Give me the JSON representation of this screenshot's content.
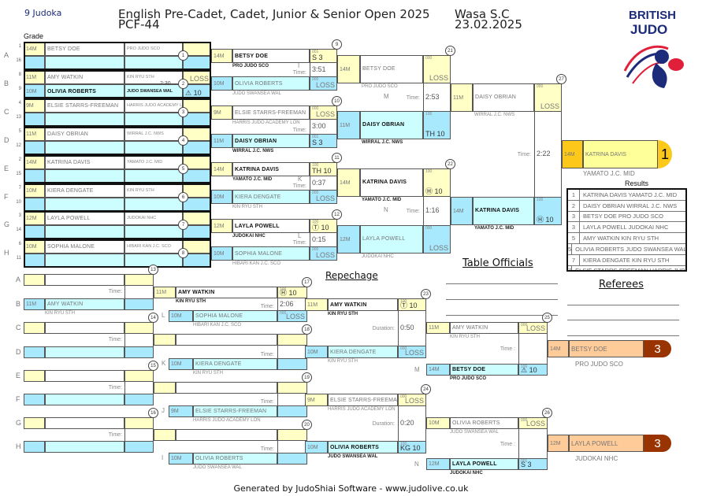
{
  "header": {
    "judoka_count": "9 Judoka",
    "title": "English Pre-Cadet, Cadet, Junior & Senior Open 2025",
    "category": "PCF-44",
    "club": "Wasa S.C",
    "date": "23.02.2025",
    "grade_label": "Grade",
    "logo_line1": "BRITISH",
    "logo_line2": "JUDO",
    "colors": {
      "navy": "#1c2b7a",
      "red": "#e0203a"
    }
  },
  "first_round": [
    {
      "letter": "A",
      "no": "1",
      "time": "",
      "top": {
        "seed": "1",
        "grade": "14M",
        "name": "BETSY DOE",
        "club": "PRO JUDO SCO",
        "score": ""
      },
      "bottom": {
        "seed": "16",
        "grade": "",
        "name": "",
        "club": "",
        "score": ""
      }
    },
    {
      "letter": "B",
      "no": "2",
      "time": "2:30",
      "top": {
        "seed": "8",
        "grade": "11M",
        "name": "AMY WATKIN",
        "club": "KIN RYU STH",
        "score": "LOSS"
      },
      "bottom": {
        "seed": "9",
        "grade": "10M",
        "name": "OLIVIA ROBERTS",
        "club": "JUDO SWANSEA WAL",
        "score": "⚠ 10",
        "winner": true
      }
    },
    {
      "letter": "C",
      "no": "3",
      "time": "",
      "top": {
        "seed": "4",
        "grade": "9M",
        "name": "ELSIE STARRS-FREEMAN",
        "club": "HARRIS JUDO ACADEMY LON",
        "score": ""
      },
      "bottom": {
        "seed": "13",
        "grade": "",
        "name": "",
        "club": "",
        "score": ""
      }
    },
    {
      "letter": "D",
      "no": "4",
      "time": "",
      "top": {
        "seed": "5",
        "grade": "11M",
        "name": "DAISY OBRIAN",
        "club": "WIRRAL J.C. NWS",
        "score": ""
      },
      "bottom": {
        "seed": "12",
        "grade": "",
        "name": "",
        "club": "",
        "score": ""
      }
    },
    {
      "letter": "E",
      "no": "5",
      "time": "",
      "top": {
        "seed": "2",
        "grade": "14M",
        "name": "KATRINA DAVIS",
        "club": "YAMATO J.C. MID",
        "score": ""
      },
      "bottom": {
        "seed": "15",
        "grade": "",
        "name": "",
        "club": "",
        "score": ""
      }
    },
    {
      "letter": "F",
      "no": "6",
      "time": "",
      "top": {
        "seed": "7",
        "grade": "10M",
        "name": "KIERA DENGATE",
        "club": "KIN RYU STH",
        "score": ""
      },
      "bottom": {
        "seed": "10",
        "grade": "",
        "name": "",
        "club": "",
        "score": ""
      }
    },
    {
      "letter": "G",
      "no": "7",
      "time": "",
      "top": {
        "seed": "3",
        "grade": "12M",
        "name": "LAYLA POWELL",
        "club": "JUDOKAI NHC",
        "score": ""
      },
      "bottom": {
        "seed": "14",
        "grade": "",
        "name": "",
        "club": "",
        "score": ""
      }
    },
    {
      "letter": "H",
      "no": "8",
      "time": "",
      "top": {
        "seed": "6",
        "grade": "10M",
        "name": "SOPHIA MALONE",
        "club": "HIBARI KAN J.C. SCO",
        "score": ""
      },
      "bottom": {
        "seed": "11",
        "grade": "",
        "name": "",
        "club": "",
        "score": ""
      }
    }
  ],
  "matches": {
    "m9": {
      "no": "9",
      "label": "I",
      "time_label": "Time:",
      "time": "3:51",
      "top": {
        "grade": "14M",
        "name": "BETSY DOE",
        "club": "PRO JUDO SCO",
        "score": "S 3",
        "points": "001",
        "winner": true
      },
      "bottom": {
        "grade": "10M",
        "name": "OLIVIA ROBERTS",
        "club": "JUDO SWANSEA WAL",
        "score": "LOSS",
        "points": "000"
      }
    },
    "m10": {
      "no": "10",
      "label": "",
      "time_label": "Time:",
      "time": "3:00",
      "top": {
        "grade": "9M",
        "name": "ELSIE STARRS-FREEMAN",
        "club": "HARRIS JUDO ACADEMY LON",
        "score": "LOSS",
        "points": "000"
      },
      "bottom": {
        "grade": "11M",
        "name": "DAISY OBRIAN",
        "club": "WIRRAL J.C. NWS",
        "score": "S 3",
        "points": "001",
        "winner": true
      }
    },
    "m11": {
      "no": "11",
      "label": "K",
      "time_label": "Time:",
      "time": "0:37",
      "top": {
        "grade": "14M",
        "name": "KATRINA DAVIS",
        "club": "YAMATO J.C. MID",
        "score": "TH 10",
        "points": "100",
        "winner": true
      },
      "bottom": {
        "grade": "10M",
        "name": "KIERA DENGATE",
        "club": "KIN RYU STH",
        "score": "LOSS",
        "points": "000"
      }
    },
    "m12": {
      "no": "12",
      "label": "L",
      "time_label": "Time:",
      "time": "0:15",
      "top": {
        "grade": "12M",
        "name": "LAYLA POWELL",
        "club": "JUDOKAI NHC",
        "score": "Ⓣ 10",
        "points": "100",
        "winner": true
      },
      "bottom": {
        "grade": "10M",
        "name": "SOPHIA MALONE",
        "club": "HIBARI KAN J.C. SCO",
        "score": "LOSS",
        "points": "000"
      }
    },
    "m21": {
      "no": "21",
      "label": "M",
      "time_label": "Time:",
      "time": "2:53",
      "top": {
        "grade": "14M",
        "name": "BETSY DOE",
        "club": "PRO JUDO SCO",
        "score": "LOSS",
        "points": "000"
      },
      "bottom": {
        "grade": "11M",
        "name": "DAISY OBRIAN",
        "club": "WIRRAL J.C. NWS",
        "score": "TH 10",
        "points": "100",
        "winner": true
      }
    },
    "m22": {
      "no": "22",
      "label": "N",
      "time_label": "Time:",
      "time": "1:16",
      "top": {
        "grade": "14M",
        "name": "KATRINA DAVIS",
        "club": "YAMATO J.C. MID",
        "score": "Ⓗ 10",
        "points": "100",
        "winner": true
      },
      "bottom": {
        "grade": "12M",
        "name": "LAYLA POWELL",
        "club": "JUDOKAI NHC",
        "score": "LOSS",
        "points": "000"
      }
    },
    "m27": {
      "no": "27",
      "label": "",
      "time_label": "Time:",
      "time": "2:22",
      "top": {
        "grade": "11M",
        "name": "DAISY OBRIAN",
        "club": "WIRRAL J.C. NWS",
        "score": "LOSS",
        "points": "000"
      },
      "bottom": {
        "grade": "14M",
        "name": "KATRINA DAVIS",
        "club": "YAMATO J.C. MID",
        "score": "Ⓗ 10",
        "points": "100",
        "winner": true
      }
    },
    "m13": {
      "no": "13",
      "letters": [
        "A",
        "B"
      ],
      "time_label": "Time:",
      "time": "",
      "top": {
        "grade": "",
        "name": "",
        "club": "",
        "score": ""
      },
      "bottom": {
        "grade": "11M",
        "name": "AMY WATKIN",
        "club": "KIN RYU STH",
        "score": ""
      }
    },
    "m14": {
      "no": "14",
      "letters": [
        "C",
        "D"
      ],
      "time_label": "Time:",
      "time": "",
      "top": {
        "grade": "",
        "name": "",
        "club": "",
        "score": ""
      },
      "bottom": {
        "grade": "",
        "name": "",
        "club": "",
        "score": ""
      }
    },
    "m15": {
      "no": "15",
      "letters": [
        "E",
        "F"
      ],
      "time_label": "Time:",
      "time": "",
      "top": {
        "grade": "",
        "name": "",
        "club": "",
        "score": ""
      },
      "bottom": {
        "grade": "",
        "name": "",
        "club": "",
        "score": ""
      }
    },
    "m16": {
      "no": "16",
      "letters": [
        "G",
        "H"
      ],
      "time_label": "Time:",
      "time": "",
      "top": {
        "grade": "",
        "name": "",
        "club": "",
        "score": ""
      },
      "bottom": {
        "grade": "",
        "name": "",
        "club": "",
        "score": ""
      }
    },
    "m17": {
      "no": "17",
      "label": "L",
      "time_label": "Time:",
      "time": "2:06",
      "top": {
        "grade": "11M",
        "name": "AMY WATKIN",
        "club": "KIN RYU STH",
        "score": "Ⓗ 10",
        "points": "100",
        "winner": true
      },
      "bottom": {
        "grade": "10M",
        "name": "SOPHIA MALONE",
        "club": "HIBARI KAN J.C. SCO",
        "score": "LOSS",
        "points": "000"
      }
    },
    "m18": {
      "no": "18",
      "label": "K",
      "time_label": "Time:",
      "time": "",
      "top": {
        "grade": "",
        "name": "",
        "club": "",
        "score": ""
      },
      "bottom": {
        "grade": "10M",
        "name": "KIERA DENGATE",
        "club": "KIN RYU STH",
        "score": ""
      }
    },
    "m19": {
      "no": "19",
      "label": "J",
      "time_label": "Time:",
      "time": "",
      "top": {
        "grade": "",
        "name": "",
        "club": "",
        "score": ""
      },
      "bottom": {
        "grade": "9M",
        "name": "ELSIE STARRS-FREEMAN",
        "club": "HARRIS JUDO ACADEMY LON",
        "score": ""
      }
    },
    "m20": {
      "no": "20",
      "label": "I",
      "time_label": "Time:",
      "time": "",
      "top": {
        "grade": "",
        "name": "",
        "club": "",
        "score": ""
      },
      "bottom": {
        "grade": "10M",
        "name": "OLIVIA ROBERTS",
        "club": "JUDO SWANSEA WAL",
        "score": ""
      }
    },
    "m23": {
      "no": "23",
      "label": "",
      "time_label": "Duration:",
      "time": "0:50",
      "top": {
        "grade": "11M",
        "name": "AMY WATKIN",
        "club": "KIN RYU STH",
        "score": "Ⓣ 10",
        "points": "100",
        "winner": true
      },
      "bottom": {
        "grade": "10M",
        "name": "KIERA DENGATE",
        "club": "KIN RYU STH",
        "score": "LOSS",
        "points": "000"
      }
    },
    "m24": {
      "no": "24",
      "label": "",
      "time_label": "Duration:",
      "time": "0:20",
      "top": {
        "grade": "9M",
        "name": "ELSIE STARRS-FREEMAN",
        "club": "HARRIS JUDO ACADEMY LON",
        "score": "LOSS",
        "points": "000"
      },
      "bottom": {
        "grade": "10M",
        "name": "OLIVIA ROBERTS",
        "club": "JUDO SWANSEA WAL",
        "score": "KG 10",
        "points": "100",
        "winner": true
      }
    },
    "m25": {
      "no": "25",
      "label": "M",
      "time_label": "Time :",
      "time": "",
      "top": {
        "grade": "11M",
        "name": "AMY WATKIN",
        "club": "KIN RYU STH",
        "score": "LOSS",
        "points": "000"
      },
      "bottom": {
        "grade": "14M",
        "name": "BETSY DOE",
        "club": "PRO JUDO SCO",
        "score": "⚠ 10",
        "points": "100",
        "winner": true
      }
    },
    "m26": {
      "no": "26",
      "label": "N",
      "time_label": "Time :",
      "time": "",
      "top": {
        "grade": "10M",
        "name": "OLIVIA ROBERTS",
        "club": "JUDO SWANSEA WAL",
        "score": "LOSS",
        "points": "000"
      },
      "bottom": {
        "grade": "12M",
        "name": "LAYLA POWELL",
        "club": "JUDOKAI NHC",
        "score": "S 3",
        "points": "001",
        "winner": true
      }
    }
  },
  "winner": {
    "grade": "14M",
    "name": "KATRINA DAVIS",
    "club": "YAMATO J.C. MID",
    "place": "1"
  },
  "bronze": [
    {
      "grade": "14M",
      "name": "BETSY DOE",
      "club": "PRO JUDO SCO",
      "place": "3"
    },
    {
      "grade": "12M",
      "name": "LAYLA POWELL",
      "club": "JUDOKAI NHC",
      "place": "3"
    }
  ],
  "results": {
    "title": "Results",
    "rows": [
      {
        "place": "1",
        "text": "KATRINA DAVIS YAMATO J.C. MID"
      },
      {
        "place": "2",
        "text": "DAISY OBRIAN WIRRAL J.C. NWS"
      },
      {
        "place": "3",
        "text": "BETSY DOE PRO JUDO SCO"
      },
      {
        "place": "3",
        "text": "LAYLA POWELL JUDOKAI NHC"
      },
      {
        "place": "5",
        "text": "AMY WATKIN KIN RYU STH"
      },
      {
        "place": "5",
        "text": "OLIVIA ROBERTS JUDO SWANSEA WAL"
      },
      {
        "place": "7",
        "text": "KIERA DENGATE KIN RYU STH"
      },
      {
        "place": "7",
        "text": "ELSIE STARRS-FREEMAN HARRIS JUDO ACADEMY LON"
      }
    ]
  },
  "sections": {
    "repechage": "Repechage",
    "table_officials": "Table Officials",
    "referees": "Referees"
  },
  "footer": "Generated by JudoShiai Software - www.judolive.co.uk"
}
